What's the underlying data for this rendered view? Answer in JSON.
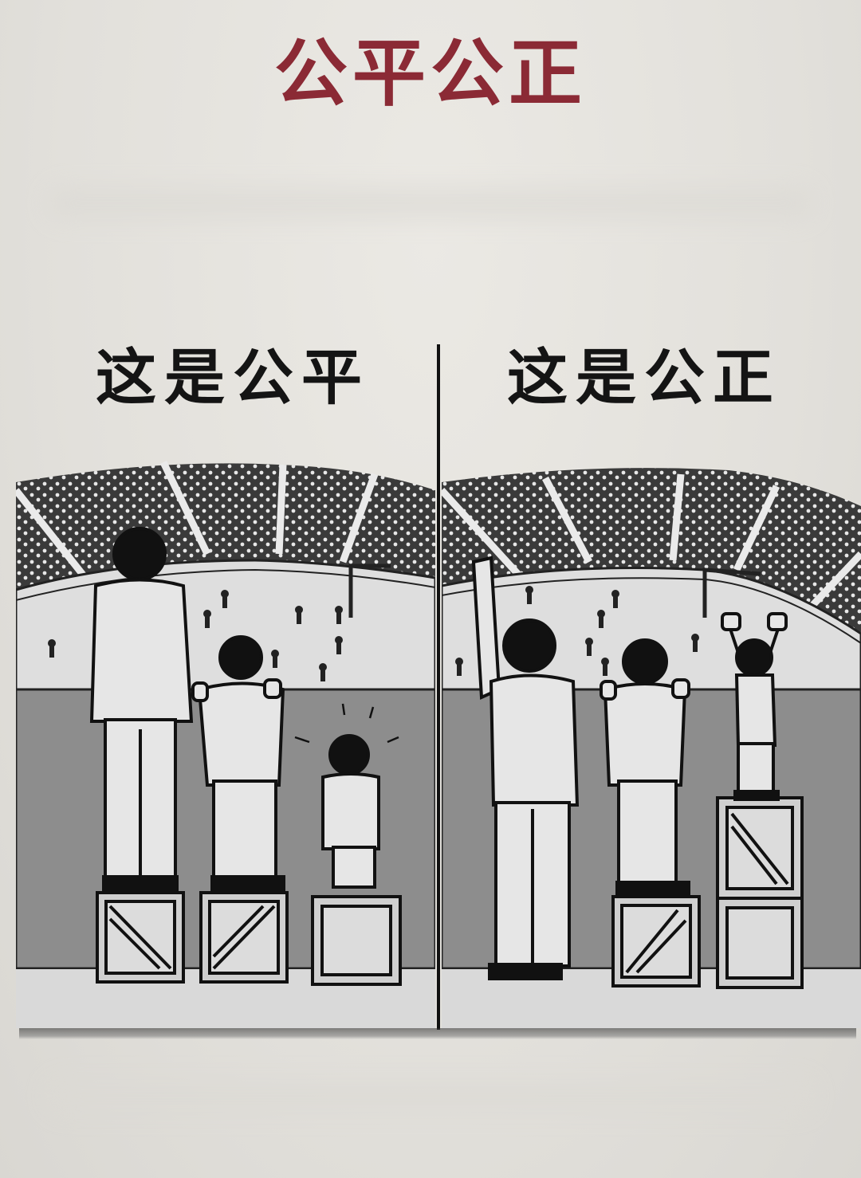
{
  "title": "公平公正",
  "panels": {
    "left": {
      "heading": "这是公平"
    },
    "right": {
      "heading": "这是公正"
    }
  },
  "colors": {
    "title": "#8b2a35",
    "heading": "#141414",
    "wall": "#8d8d8d",
    "crowd": "#3a3a3a"
  }
}
